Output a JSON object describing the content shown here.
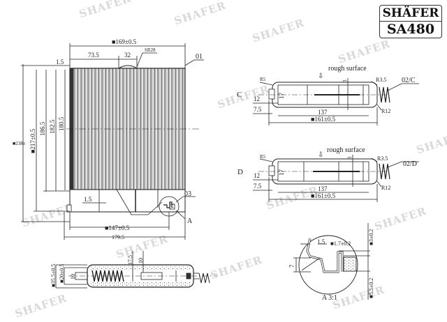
{
  "brand": {
    "name": "SHÄFER",
    "part_number": "SA480"
  },
  "watermark_text": "SHAFER",
  "main_view": {
    "dims": {
      "top_width": "■169±0.5",
      "offset_left": "73.5",
      "bump_width": "32",
      "bump_radius": "SR28",
      "left_margin": "1.5",
      "height_outer": "■238±",
      "height_217": "■217±0.5",
      "height_186": "186.5",
      "height_182": "182.5",
      "height_180": "180.5",
      "bottom_inner": "■147±0.5",
      "bottom_outer": "179.5",
      "bottom_gap": "1.5"
    },
    "callouts": {
      "part_01": "01",
      "part_03": "03",
      "detail_a": "A"
    }
  },
  "section_c": {
    "label": "C",
    "surface_note": "rough surface",
    "callout": "02/C",
    "dims": {
      "r5": "R5",
      "r3_5": "R3.5",
      "r12": "R12",
      "h17": "17",
      "h12": "12",
      "w7_5": "7.5",
      "w137": "137",
      "w161": "■161±0.5",
      "h3": "3"
    }
  },
  "section_d": {
    "label": "D",
    "surface_note": "rough surface",
    "callout": "02/D",
    "dims": {
      "r5": "R5",
      "r3_5": "R3.5",
      "r12": "R12",
      "h17": "17",
      "h12": "12",
      "w7_5": "7.5",
      "w137": "137",
      "w161": "■161±0.5",
      "h3": "3"
    }
  },
  "side_view": {
    "dims": {
      "h35_5": "■35.5±0.5",
      "h20": "■20±0.5",
      "h10_left": "10",
      "h17_5": "17.5",
      "h10": "10"
    }
  },
  "detail_view": {
    "label": "A 3:1",
    "dims": {
      "w1_5": "1.5",
      "w1_7": "■1.7±0.2",
      "h7": "7",
      "h3": "■3±0.2",
      "h5_5": "■5.5±0.2"
    }
  }
}
